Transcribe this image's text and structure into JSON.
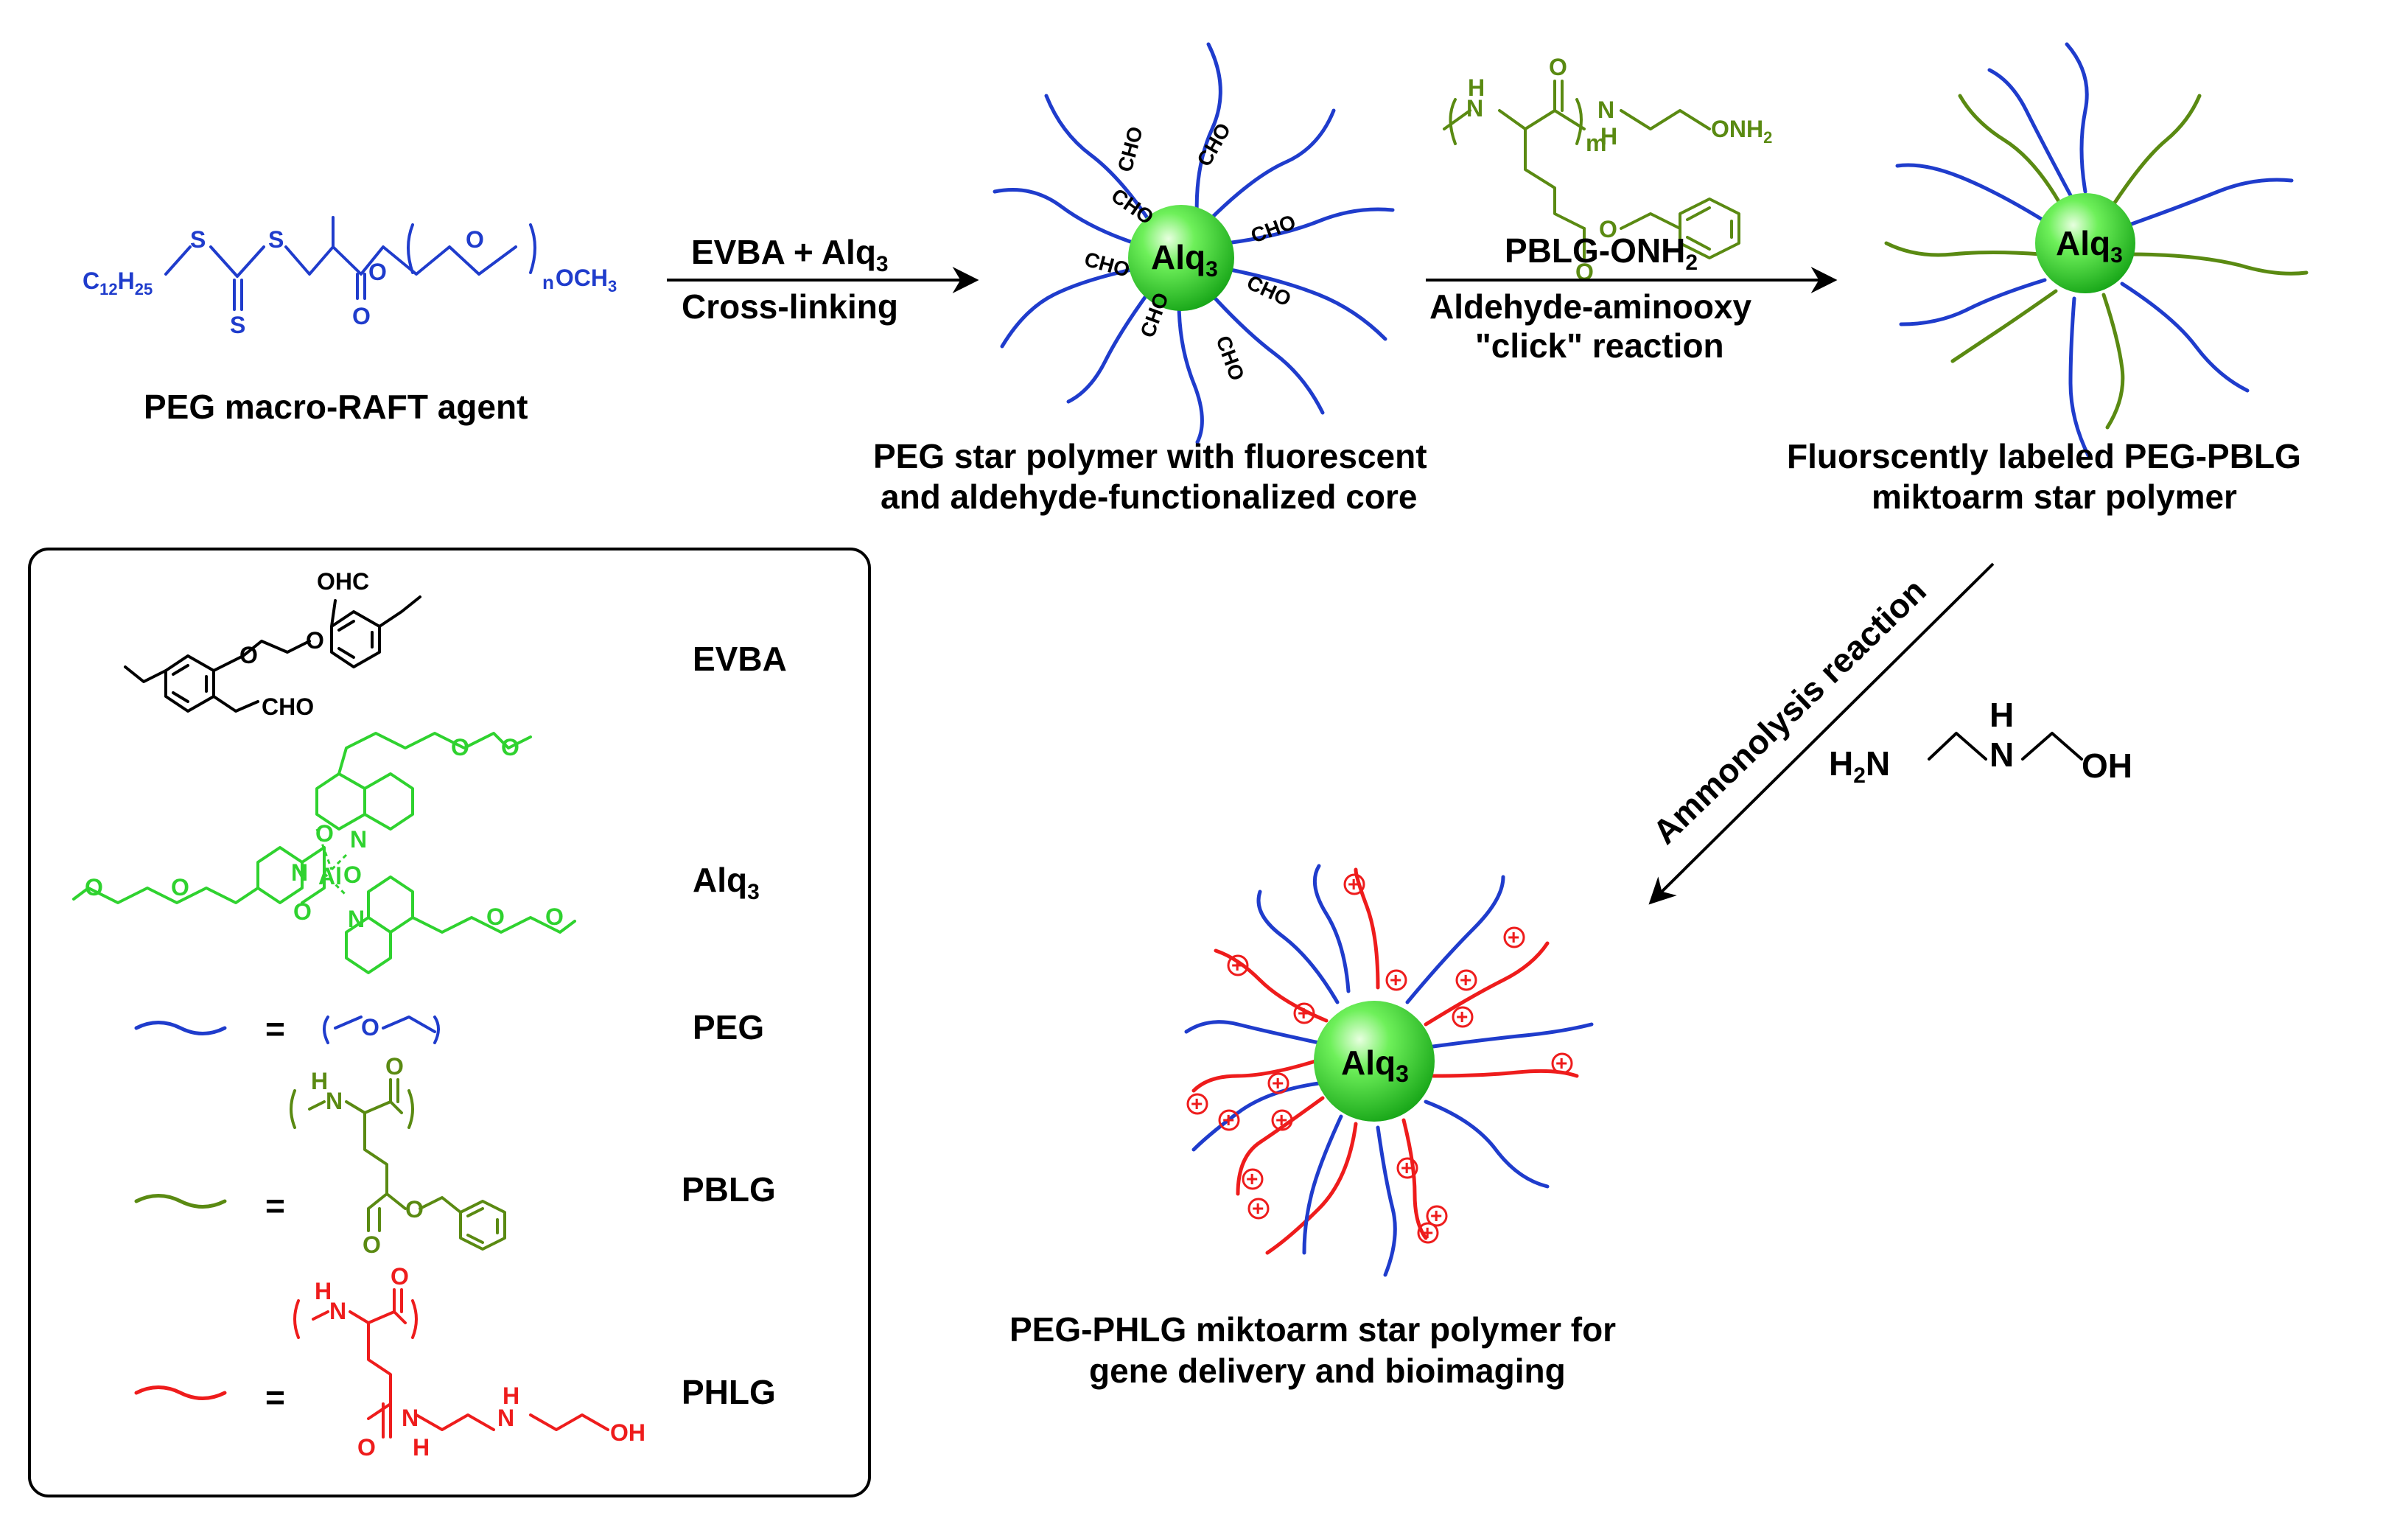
{
  "palette": {
    "peg": "#1f3ccc",
    "pblg": "#5a8a12",
    "phlg": "#ee1c1c",
    "alq": "#2fd22f",
    "black": "#000000"
  },
  "start": {
    "c12h25": "C",
    "c12h25_sub1": "12",
    "c12h25_h": "H",
    "c12h25_sub2": "25",
    "s1": "S",
    "s2": "S",
    "s3": "S",
    "o_ester": "O",
    "o_ring": "O",
    "o_carbonyl": "O",
    "n_sub": "n",
    "och3": "OCH",
    "och3_sub": "3",
    "caption": "PEG macro-RAFT agent"
  },
  "step1": {
    "line1": "EVBA + Alq",
    "line1_sub": "3",
    "line2": "Cross-linking"
  },
  "step2": {
    "reagent_n": "N",
    "reagent_h": "H",
    "reagent_o1": "O",
    "reagent_m": "m",
    "reagent_nh": "N",
    "reagent_h2": "H",
    "reagent_onh2": "ONH",
    "reagent_onh2_sub": "2",
    "reagent_o2": "O",
    "reagent_o3": "O",
    "line1": "PBLG-ONH",
    "line1_sub": "2",
    "line2": "Aldehyde-aminooxy",
    "line3": "\"click\" reaction"
  },
  "step3": {
    "label": "Ammonolysis reaction",
    "reagent_h2n": "H",
    "reagent_h2n_sub": "2",
    "reagent_h2n_n": "N",
    "reagent_nh_h": "H",
    "reagent_nh_n": "N",
    "reagent_oh": "OH"
  },
  "star1": {
    "core": "Alq",
    "core_sub": "3",
    "cho": "CHO",
    "caption1": "PEG star polymer with fluorescent",
    "caption2": "and aldehyde-functionalized core"
  },
  "star2": {
    "core": "Alq",
    "core_sub": "3",
    "caption1": "Fluorscently labeled PEG-PBLG",
    "caption2": "miktoarm star polymer"
  },
  "star3": {
    "core": "Alq",
    "core_sub": "3",
    "charge": "+",
    "caption1": "PEG-PHLG miktoarm star polymer for",
    "caption2": "gene delivery and bioimaging"
  },
  "legend": {
    "evba": "EVBA",
    "evba_cho1": "OHC",
    "evba_cho2": "CHO",
    "evba_o1": "O",
    "evba_o2": "O",
    "alq": "Alq",
    "alq_sub": "3",
    "alq_al": "Al",
    "alq_n": "N",
    "alq_o": "O",
    "peg": "PEG",
    "peg_o": "O",
    "pblg": "PBLG",
    "pblg_nh_n": "N",
    "pblg_nh_h": "H",
    "pblg_o1": "O",
    "pblg_o2": "O",
    "pblg_o3": "O",
    "phlg": "PHLG",
    "phlg_nh_n": "N",
    "phlg_nh_h": "H",
    "phlg_o1": "O",
    "phlg_o2": "O",
    "phlg_n2": "N",
    "phlg_h2": "H",
    "phlg_n3": "N",
    "phlg_h3": "H",
    "phlg_oh": "OH",
    "equals": "="
  }
}
